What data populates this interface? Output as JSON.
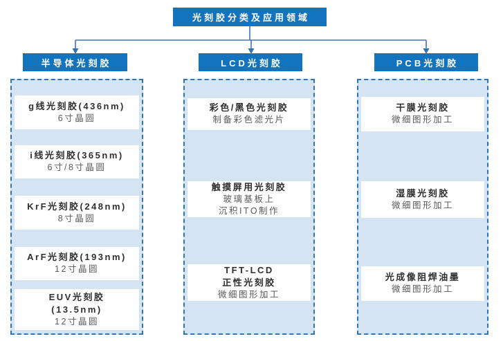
{
  "title": "光刻胶分类及应用领域",
  "colors": {
    "node_blue": "#1273BE",
    "container_fill": "#D5E4F3",
    "dashed_border": "#2E75B6",
    "connector_line": "#4472C4",
    "card_bg": "#FEFEFE",
    "title_text": "#FFFFFF",
    "item_title_text": "#2F2F2F",
    "item_subtitle_text": "#5A5A5A"
  },
  "columns": [
    {
      "header": "半导体光刻胶",
      "items": [
        {
          "title": "g线光刻胶(436nm)",
          "subtitle": "6寸晶圆"
        },
        {
          "title": "i线光刻胶(365nm)",
          "subtitle": "6寸/8寸晶圆"
        },
        {
          "title": "KrF光刻胶(248nm)",
          "subtitle": "8寸晶圆"
        },
        {
          "title": "ArF光刻胶(193nm)",
          "subtitle": "12寸晶圆"
        },
        {
          "title": "EUV光刻胶",
          "title2": "(13.5nm)",
          "subtitle": "12寸晶圆"
        }
      ]
    },
    {
      "header": "LCD光刻胶",
      "items": [
        {
          "title": "彩色/黑色光刻胶",
          "subtitle": "制备彩色滤光片"
        },
        {
          "title": "触摸屏用光刻胶",
          "subtitle": "玻璃基板上",
          "subtitle2": "沉积ITO制作"
        },
        {
          "title": "TFT-LCD",
          "title2": "正性光刻胶",
          "subtitle": "微细图形加工"
        }
      ]
    },
    {
      "header": "PCB光刻胶",
      "items": [
        {
          "title": "干膜光刻胶",
          "subtitle": "微细图形加工"
        },
        {
          "title": "湿膜光刻胶",
          "subtitle": "微细图形加工"
        },
        {
          "title": "光成像阻焊油墨",
          "subtitle": "微细图形加工"
        }
      ]
    }
  ]
}
